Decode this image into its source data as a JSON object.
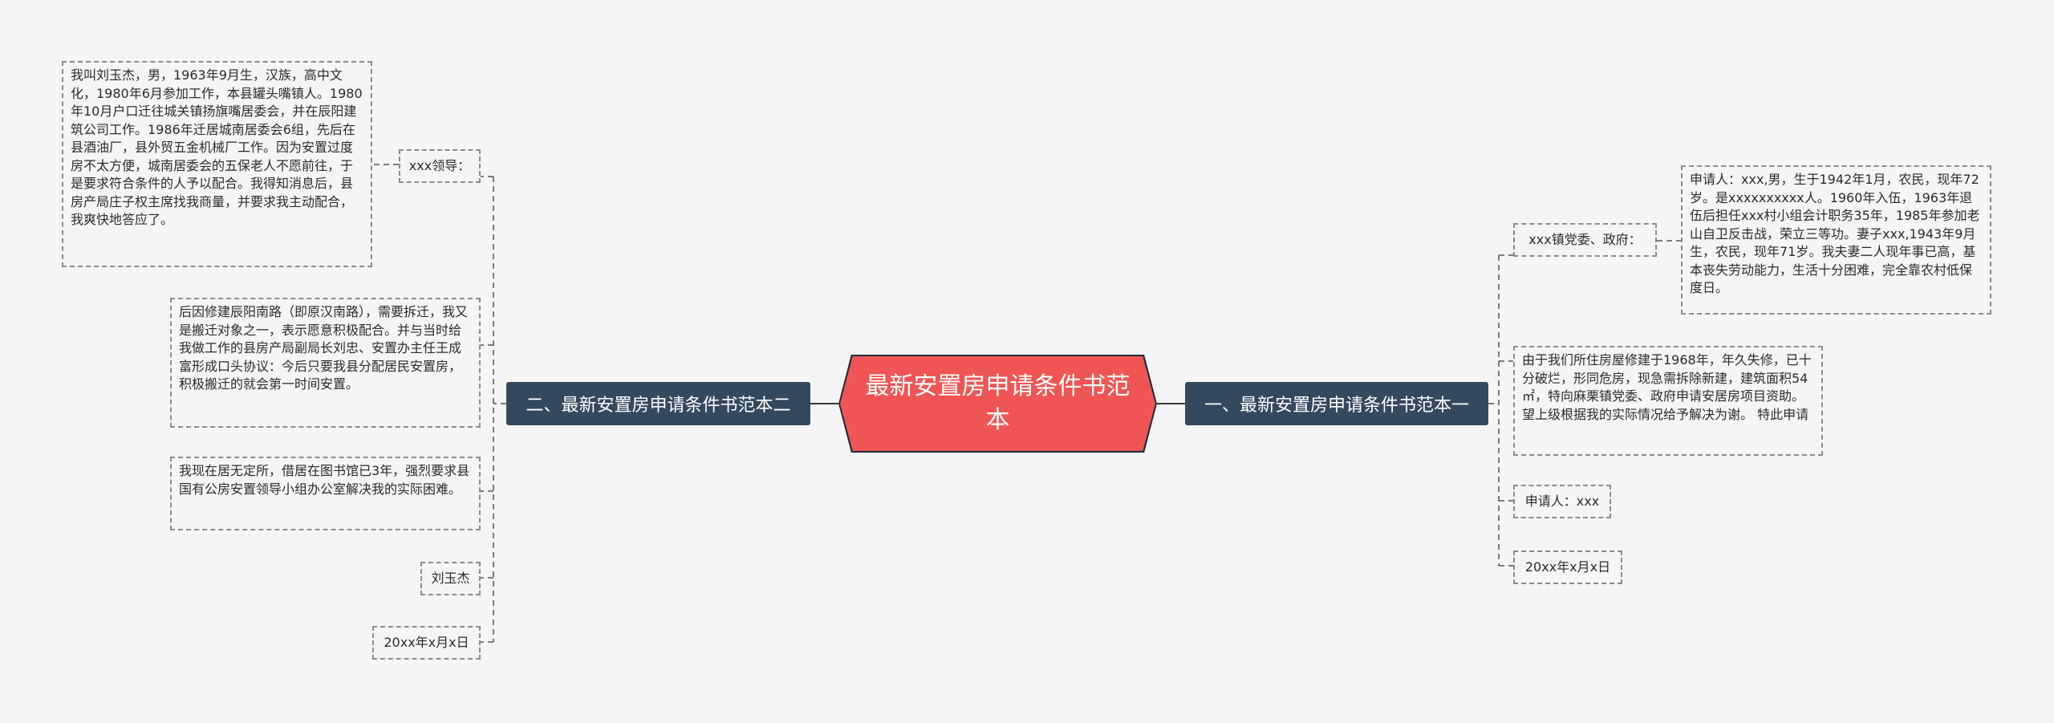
{
  "root": {
    "title": "最新安置房申请条件书范本"
  },
  "right_branch": {
    "label": "一、最新安置房申请条件书范本一",
    "addressee": "xxx镇党委、政府：",
    "applicant_info": "申请人：xxx,男，生于1942年1月，农民，现年72岁。是xxxxxxxxxx人。1960年入伍，1963年退伍后担任xxx村小组会计职务35年，1985年参加老山自卫反击战，荣立三等功。妻子xxx,1943年9月生，农民，现年71岁。我夫妻二人现年事已高，基本丧失劳动能力，生活十分困难，完全靠农村低保度日。",
    "reason": "由于我们所住房屋修建于1968年，年久失修，已十分破烂，形同危房，现急需拆除新建，建筑面积54㎡，特向麻栗镇党委、政府申请安居房项目资助。望上级根据我的实际情况给予解决为谢。 特此申请",
    "signature": "申请人：xxx",
    "date": "20xx年x月x日"
  },
  "left_branch": {
    "label": "二、最新安置房申请条件书范本二",
    "addressee": "xxx领导：",
    "intro": "我叫刘玉杰，男，1963年9月生，汉族，高中文化，1980年6月参加工作，本县罐头嘴镇人。1980年10月户口迁往城关镇扬旗嘴居委会，并在辰阳建筑公司工作。1986年迁居城南居委会6组，先后在县酒油厂，县外贸五金机械厂工作。因为安置过度房不太方便，城南居委会的五保老人不愿前往，于是要求符合条件的人予以配合。我得知消息后，县房产局庄子权主席找我商量，并要求我主动配合，我爽快地答应了。",
    "relocation": "后因修建辰阳南路（即原汉南路），需要拆迁，我又是搬迁对象之一，表示愿意积极配合。并与当时给我做工作的县房产局副局长刘忠、安置办主任王成富形成口头协议：今后只要我县分配居民安置房，积极搬迁的就会第一时间安置。",
    "request": "我现在居无定所，借居在图书馆已3年，强烈要求县国有公房安置领导小组办公室解决我的实际困难。",
    "signature": "刘玉杰",
    "date": "20xx年x月x日"
  },
  "colors": {
    "root_fill": "#ef5555",
    "branch_fill": "#34495e",
    "connector": "#6b6b6b",
    "leaf_border": "#8c8c8c",
    "background": "#f5f5f5"
  }
}
